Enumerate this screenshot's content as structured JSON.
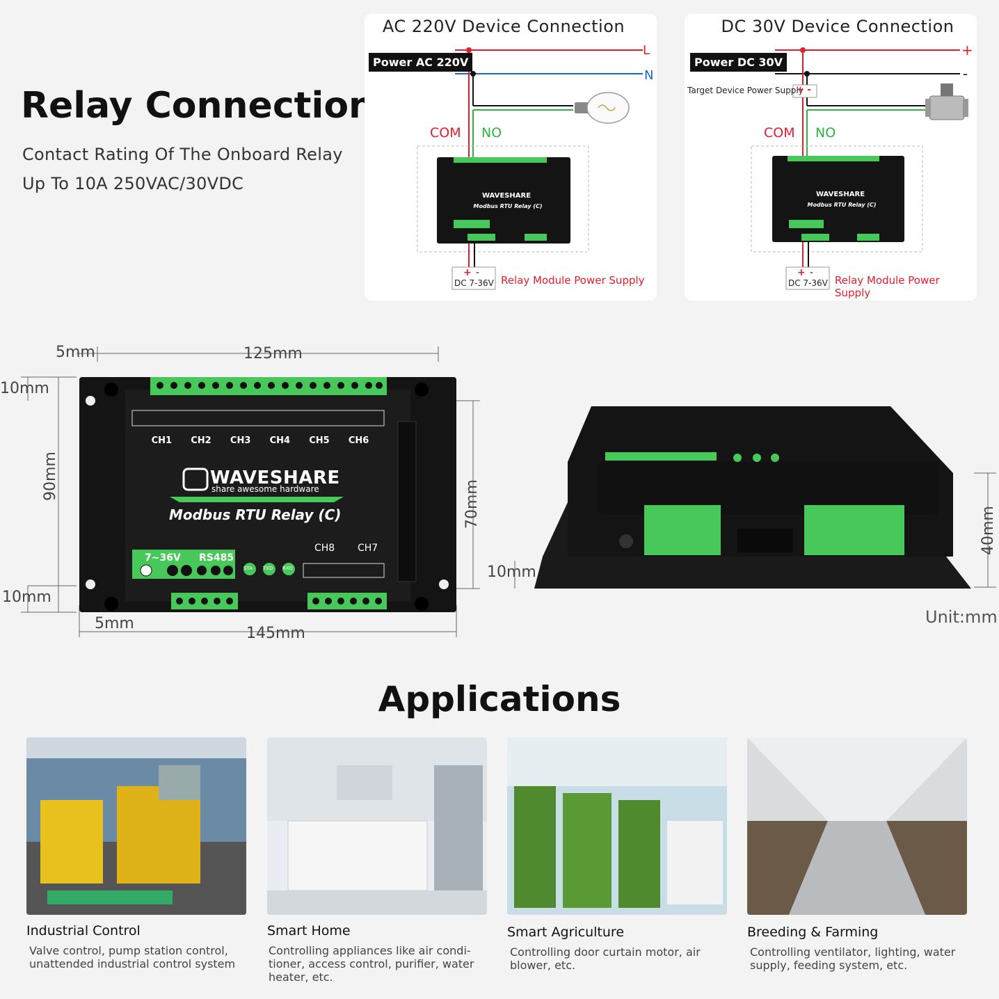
{
  "header": {
    "title": "Relay Connection",
    "line1": "Contact Rating Of The Onboard Relay",
    "line2": "Up To 10A 250VAC/30VDC"
  },
  "ac_panel": {
    "title": "AC 220V Device Connection",
    "power_label": "Power AC 220V",
    "line_L": "L",
    "line_N": "N",
    "com": "COM",
    "no": "NO",
    "psu_plus": "+",
    "psu_minus": "-",
    "psu_label": "DC 7-36V",
    "psu_caption": "Relay Module Power Supply"
  },
  "dc_panel": {
    "title": "DC 30V Device Connection",
    "power_label": "Power DC 30V",
    "line_plus": "+",
    "line_minus": "-",
    "target_label": "Target Device Power Supply",
    "target_pm": "+ -",
    "com": "COM",
    "no": "NO",
    "psu_plus": "+",
    "psu_minus": "-",
    "psu_label": "DC 7-36V",
    "psu_caption": "Relay Module Power Supply"
  },
  "module": {
    "brand": "WAVESHARE",
    "tagline": "share awesome hardware",
    "model": "Modbus RTU Relay (C)",
    "channels_top": [
      "CH1",
      "CH2",
      "CH3",
      "CH4",
      "CH5",
      "CH6"
    ],
    "channels_bottom": [
      "CH8",
      "CH7"
    ],
    "power_label": "7~36V",
    "rs485_label": "RS485",
    "led_labels": [
      "STA",
      "TXD",
      "RXD"
    ]
  },
  "dimensions": {
    "top_margin": "5mm",
    "width_inner": "125mm",
    "left_top": "10mm",
    "height": "90mm",
    "left_bottom": "10mm",
    "bottom_margin": "5mm",
    "width_total": "145mm",
    "height_inner": "70mm",
    "side_base": "10mm",
    "side_height": "40mm",
    "unit": "Unit:mm"
  },
  "applications": {
    "title": "Applications",
    "items": [
      {
        "title": "Industrial Control",
        "desc": [
          "Valve control, pump station control,",
          "unattended industrial control system"
        ]
      },
      {
        "title": "Smart Home",
        "desc": [
          "Controlling appliances like air condi-",
          "tioner, access control, purifier, water",
          "heater, etc."
        ]
      },
      {
        "title": "Smart Agriculture",
        "desc": [
          "Controlling door curtain motor, air",
          "blower, etc."
        ]
      },
      {
        "title": "Breeding & Farming",
        "desc": [
          "Controlling ventilator, lighting, water",
          "supply, feeding system, etc."
        ]
      }
    ]
  },
  "colors": {
    "live": "#e41d2a",
    "neutral": "#1668c8",
    "switched": "#2db43c",
    "terminal_green": "#48c85a",
    "module_body": "#141414"
  }
}
